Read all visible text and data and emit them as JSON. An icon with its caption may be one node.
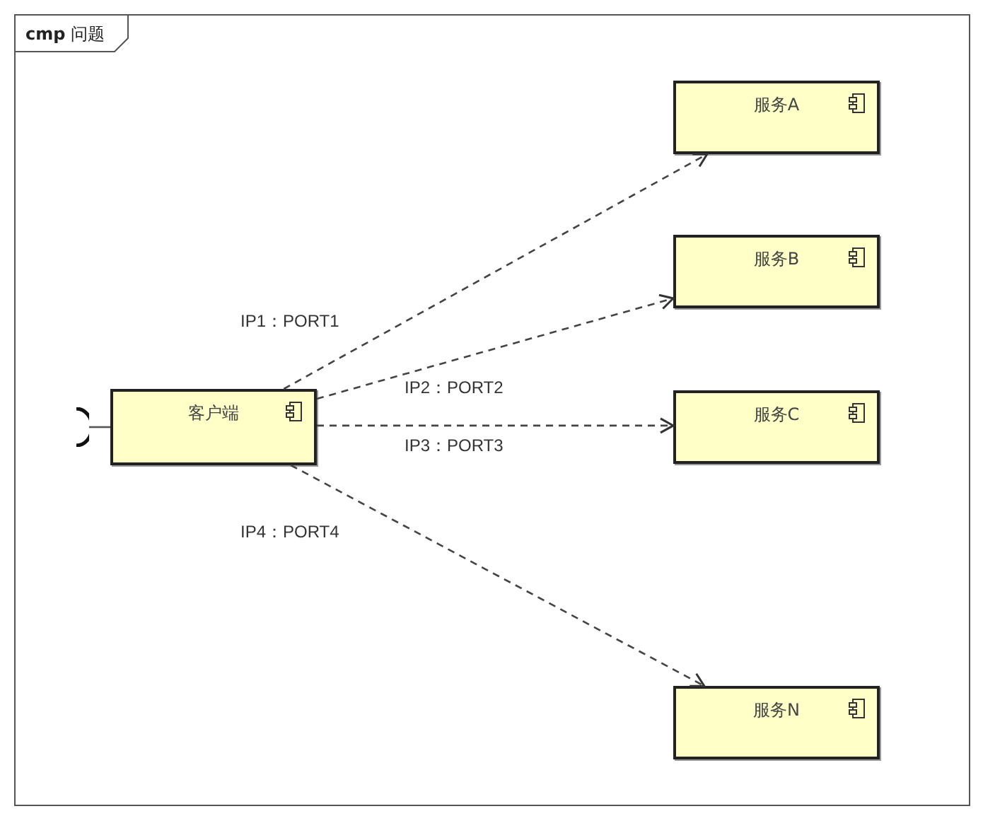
{
  "diagram": {
    "nodes": [
      {
        "text": [
          "**cmp** 问题"
        ]
      },
      {
        "text": [
          "客户端"
        ],
        "in": 0
      },
      {
        "text": [
          "服务A"
        ],
        "in": 0
      },
      {
        "text": [
          "服务B"
        ],
        "in": 0
      },
      {
        "text": [
          "服务C"
        ],
        "in": 0
      },
      {
        "text": [
          "服务N"
        ],
        "in": 0
      },
      {
        "text": [],
        "shape": "socket",
        "in": 0
      }
    ],
    "edges": [
      {
        "from": 1,
        "to": 2,
        "arrow": "to",
        "style": "dashed",
        "label": "IP1：PORT1"
      },
      {
        "from": 1,
        "to": 3,
        "arrow": "to",
        "style": "dashed",
        "label": "IP2：PORT2"
      },
      {
        "from": 1,
        "to": 4,
        "arrow": "to",
        "style": "dashed",
        "label": "IP3：PORT3"
      },
      {
        "from": 1,
        "to": 5,
        "arrow": "to",
        "style": "dashed",
        "label": "IP4：PORT4"
      },
      {
        "from": 6,
        "to": 1,
        "arrow": "none"
      }
    ]
  }
}
